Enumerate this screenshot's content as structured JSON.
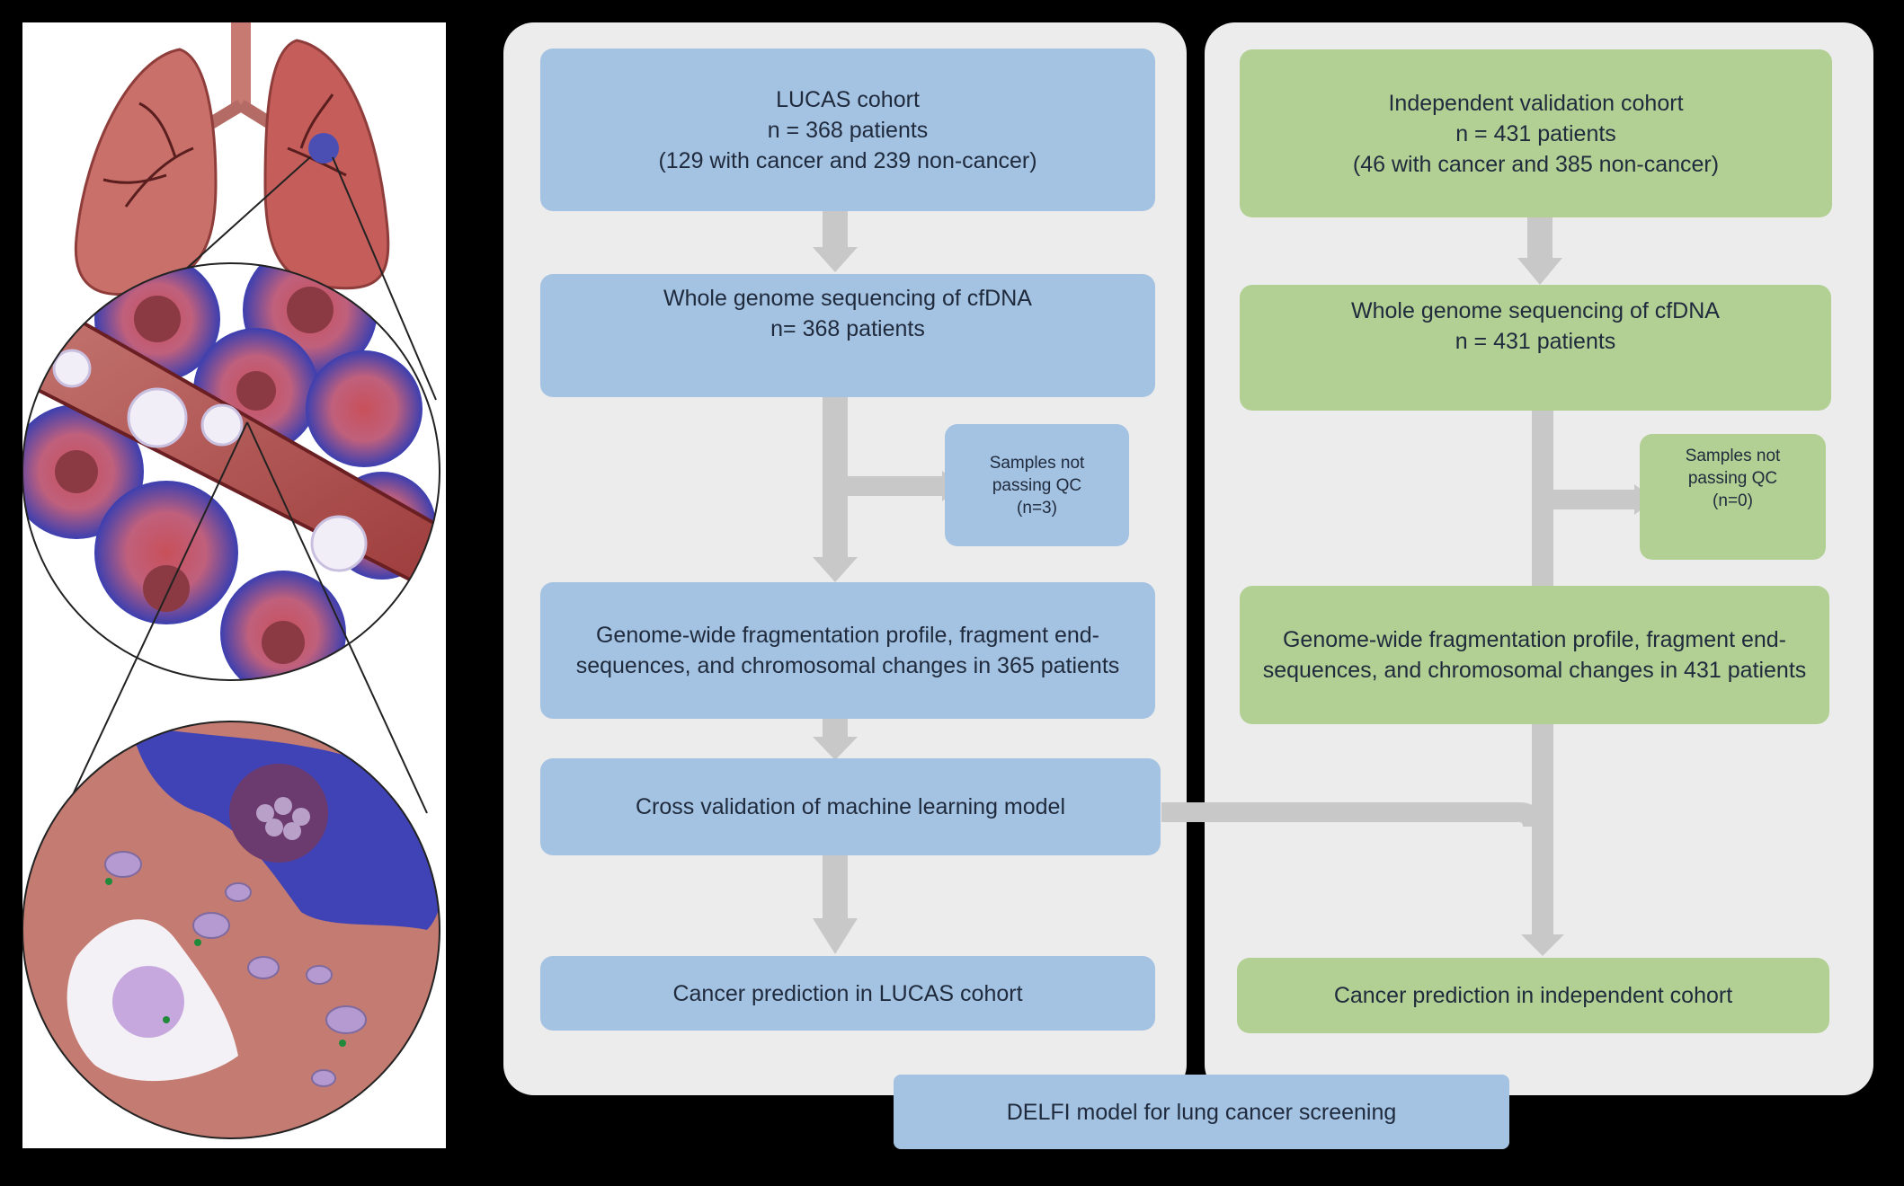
{
  "left_column": {
    "cohort": {
      "title": "LUCAS cohort",
      "count": "n = 368 patients",
      "detail": "(129 with cancer and 239 non-cancer)"
    },
    "sequencing": {
      "title": "Whole genome sequencing of cfDNA",
      "count": "n= 368 patients"
    },
    "qc": {
      "line1": "Samples not",
      "line2": "passing QC",
      "line3": "(n=3)"
    },
    "fragmentation": {
      "line1": "Genome-wide fragmentation profile, fragment end-",
      "line2": "sequences, and chromosomal changes in 365 patients"
    },
    "cross_validation": {
      "label": "Cross validation of machine learning model"
    },
    "prediction": {
      "label": "Cancer prediction in LUCAS cohort"
    }
  },
  "right_column": {
    "cohort": {
      "title": "Independent  validation cohort",
      "count": "n = 431 patients",
      "detail": "(46 with cancer and 385 non-cancer)"
    },
    "sequencing": {
      "title": "Whole genome sequencing of cfDNA",
      "count": "n = 431 patients"
    },
    "qc": {
      "line1": "Samples not",
      "line2": "passing QC",
      "line3": "(n=0)"
    },
    "fragmentation": {
      "line1": "Genome-wide fragmentation profile, fragment end-",
      "line2": "sequences, and chromosomal changes in 431 patients"
    },
    "prediction": {
      "label": "Cancer prediction in independent cohort"
    }
  },
  "footer": {
    "label": "DELFI model for lung cancer screening"
  },
  "colors": {
    "background": "#000000",
    "panel": "#ececec",
    "blue_box": "#a4c2e2",
    "green_box": "#b3d094",
    "arrow": "#c8c8c8",
    "text": "#1f2a3c"
  },
  "illustration": {
    "icons": [
      "lungs-icon",
      "tumor-blood-vessel-icon",
      "cfdna-fragments-icon"
    ]
  }
}
